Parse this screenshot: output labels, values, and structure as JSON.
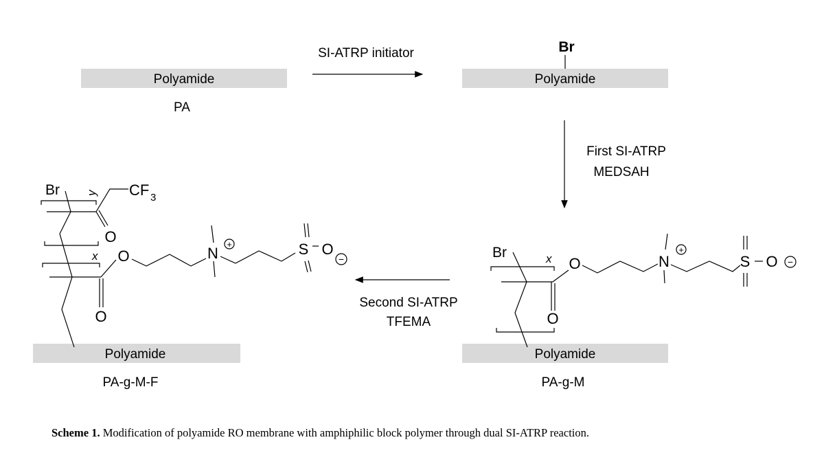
{
  "top_left": {
    "bar_label": "Polyamide",
    "name": "PA"
  },
  "step1": {
    "label": "SI-ATRP initiator"
  },
  "top_right": {
    "bar_label": "Polyamide",
    "br": "Br"
  },
  "step2": {
    "line1": "First SI-ATRP",
    "line2": "MEDSAH"
  },
  "bottom_right": {
    "bar_label": "Polyamide",
    "name": "PA-g-M",
    "br": "Br",
    "x": "x",
    "o_ester": "O",
    "o_carbonyl": "O",
    "n": "N",
    "s": "S",
    "o_sulfonate": "O",
    "plus": "+",
    "minus": "−"
  },
  "step3": {
    "line1": "Second SI-ATRP",
    "line2": "TFEMA"
  },
  "bottom_left": {
    "bar_label": "Polyamide",
    "name": "PA-g-M-F",
    "br": "Br",
    "x": "x",
    "y": "y",
    "cf": "CF",
    "cf_sub": "3",
    "o_top_carbonyl": "O",
    "o_ester": "O",
    "o_carbonyl": "O",
    "n": "N",
    "s": "S",
    "o_sulfonate": "O",
    "plus": "+",
    "minus": "−"
  },
  "caption": {
    "label": "Scheme 1.",
    "text": " Modification of polyamide RO membrane with amphiphilic block polymer through dual SI-ATRP reaction."
  }
}
